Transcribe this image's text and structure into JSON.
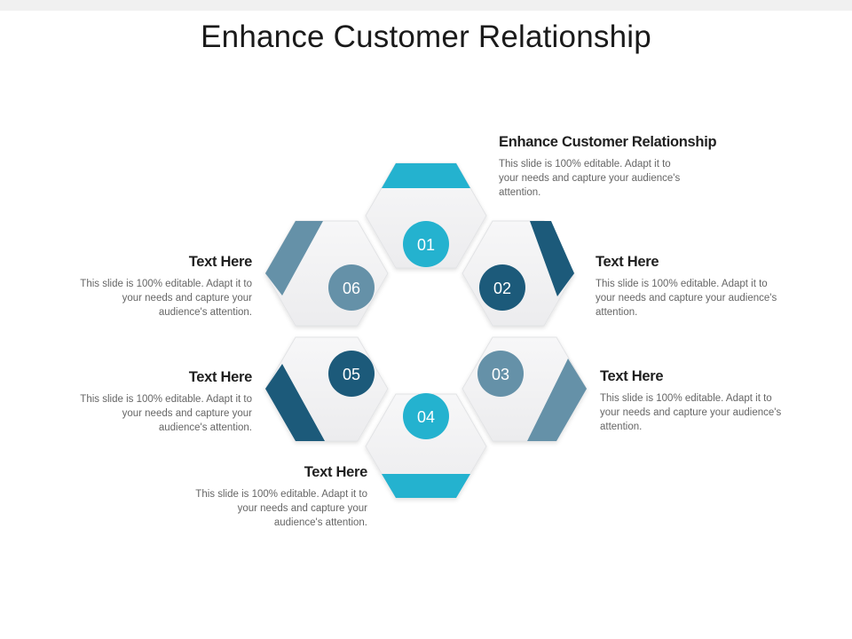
{
  "slide": {
    "title": "Enhance Customer Relationship"
  },
  "colors": {
    "teal": "#24b2cf",
    "navy": "#1c5a7a",
    "slate": "#6591a8",
    "hexagon_fill": "#f4f4f5",
    "hexagon_edge": "#e2e3e5"
  },
  "steps": [
    {
      "number": "01",
      "heading": "Enhance Customer Relationship",
      "text": "This slide is 100% editable. Adapt it to your needs and capture your audience's attention.",
      "color": "#24b2cf"
    },
    {
      "number": "02",
      "heading": "Text Here",
      "text": "This slide is 100% editable. Adapt it to your needs and capture your audience's attention.",
      "color": "#1c5a7a"
    },
    {
      "number": "03",
      "heading": "Text Here",
      "text": "This slide is 100% editable. Adapt it to your needs and capture your audience's attention.",
      "color": "#6591a8"
    },
    {
      "number": "04",
      "heading": "Text Here",
      "text": "This slide is 100% editable. Adapt it to your needs and capture your audience's attention.",
      "color": "#24b2cf"
    },
    {
      "number": "05",
      "heading": "Text Here",
      "text": "This slide is 100% editable. Adapt it to your needs and capture your audience's attention.",
      "color": "#1c5a7a"
    },
    {
      "number": "06",
      "heading": "Text Here",
      "text": "This slide is 100% editable. Adapt it to your needs and capture your audience's attention.",
      "color": "#6591a8"
    }
  ]
}
